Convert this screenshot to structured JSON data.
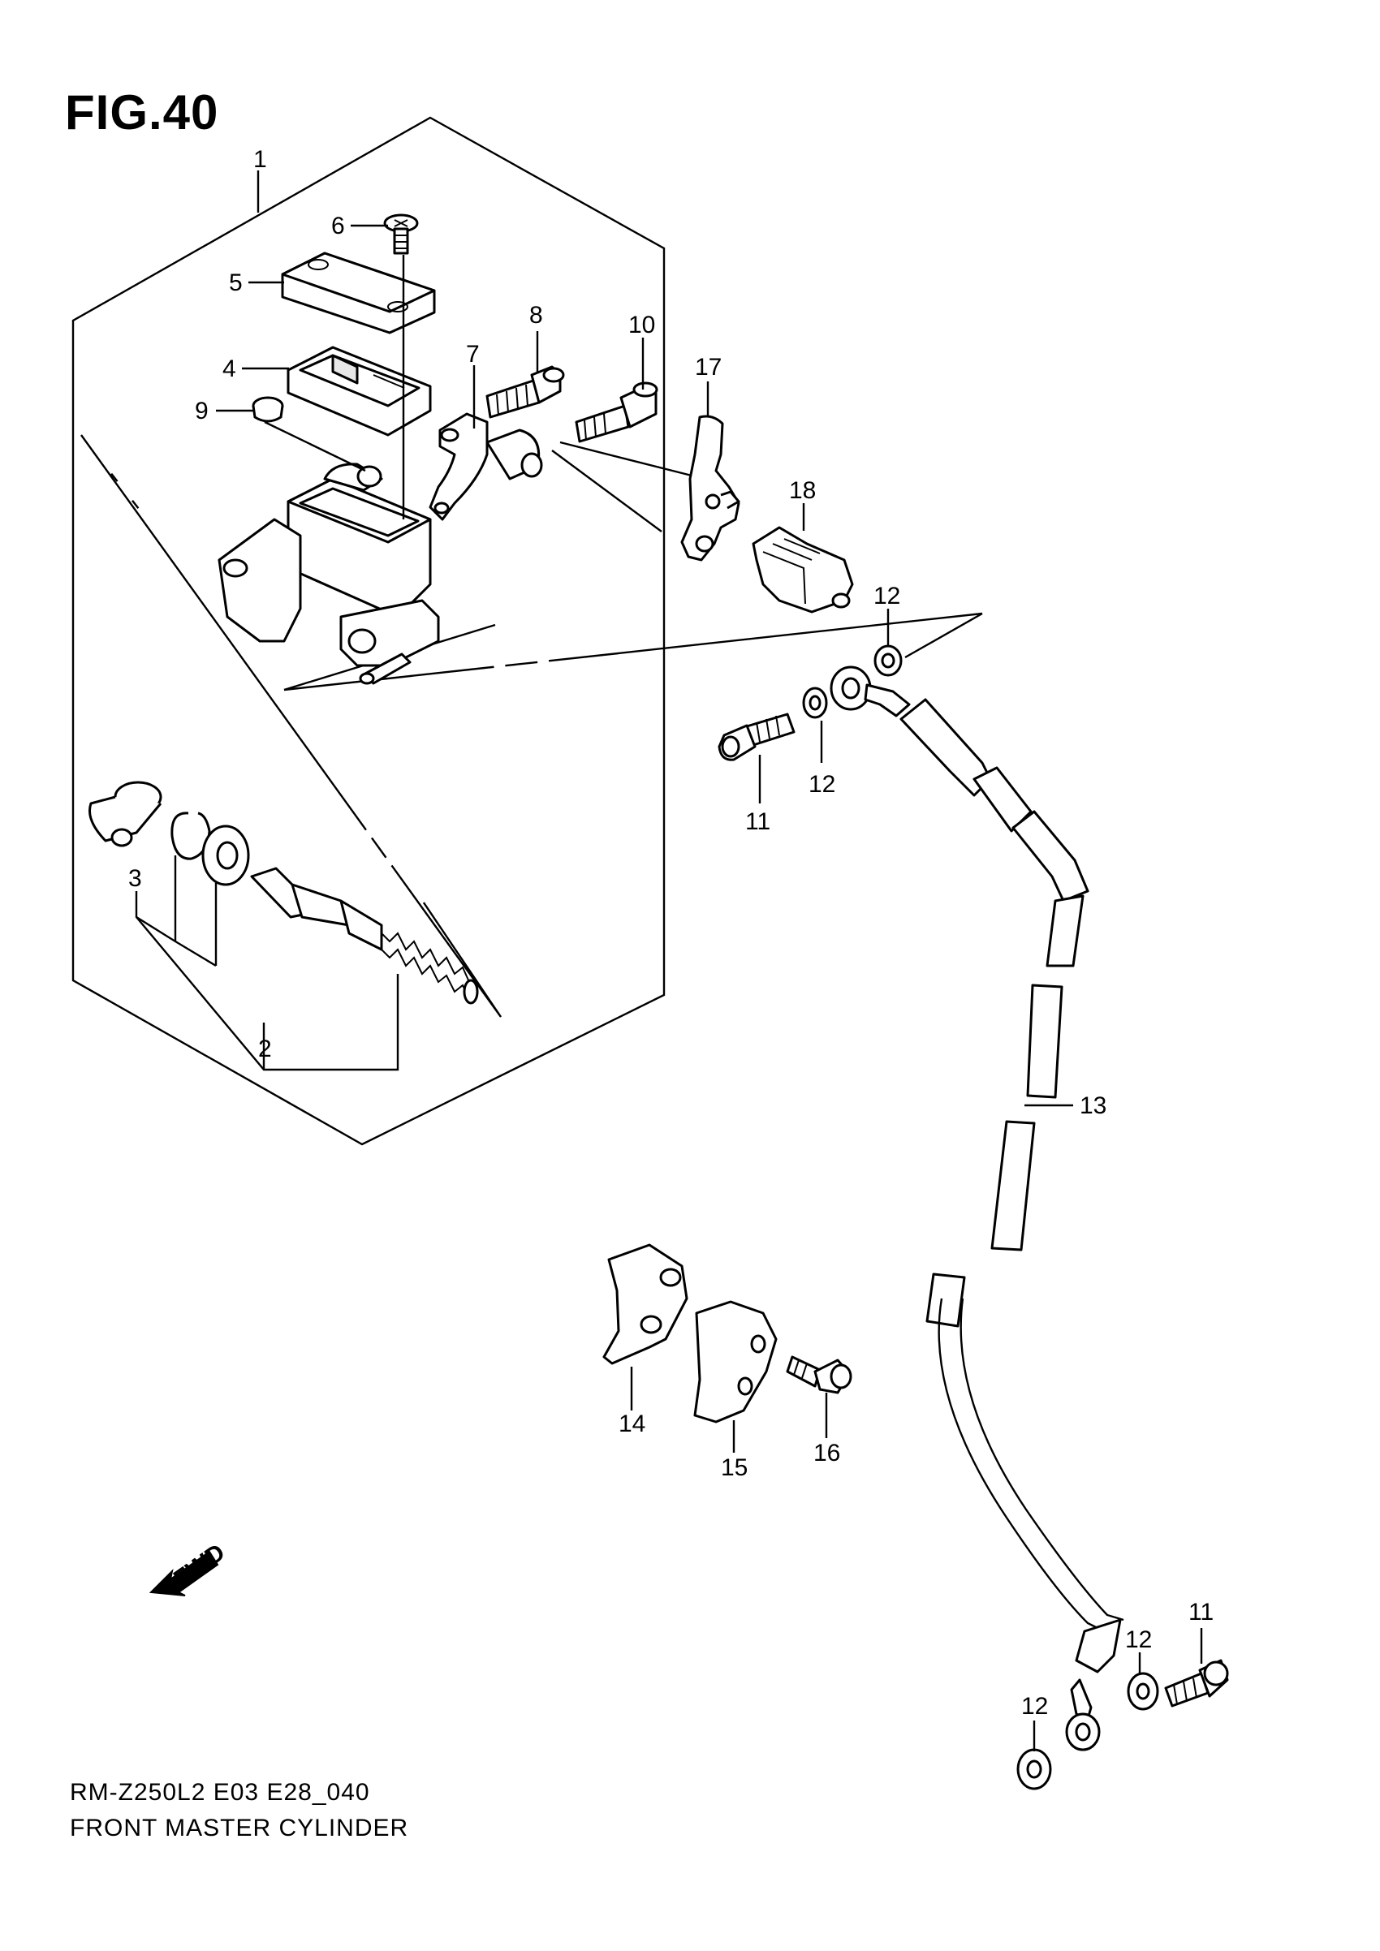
{
  "figure": {
    "title": "FIG.40",
    "model_code": "RM-Z250L2 E03 E28_040",
    "caption": "FRONT MASTER CYLINDER",
    "fwd_label": "FWD"
  },
  "callouts": [
    {
      "id": "1",
      "label": "1"
    },
    {
      "id": "2",
      "label": "2"
    },
    {
      "id": "3",
      "label": "3"
    },
    {
      "id": "4",
      "label": "4"
    },
    {
      "id": "5",
      "label": "5"
    },
    {
      "id": "6",
      "label": "6"
    },
    {
      "id": "7",
      "label": "7"
    },
    {
      "id": "8",
      "label": "8"
    },
    {
      "id": "9",
      "label": "9"
    },
    {
      "id": "10",
      "label": "10"
    },
    {
      "id": "11a",
      "label": "11"
    },
    {
      "id": "11b",
      "label": "11"
    },
    {
      "id": "12a",
      "label": "12"
    },
    {
      "id": "12b",
      "label": "12"
    },
    {
      "id": "12c",
      "label": "12"
    },
    {
      "id": "12d",
      "label": "12"
    },
    {
      "id": "13",
      "label": "13"
    },
    {
      "id": "14",
      "label": "14"
    },
    {
      "id": "15",
      "label": "15"
    },
    {
      "id": "16",
      "label": "16"
    },
    {
      "id": "17",
      "label": "17"
    },
    {
      "id": "18",
      "label": "18"
    }
  ]
}
